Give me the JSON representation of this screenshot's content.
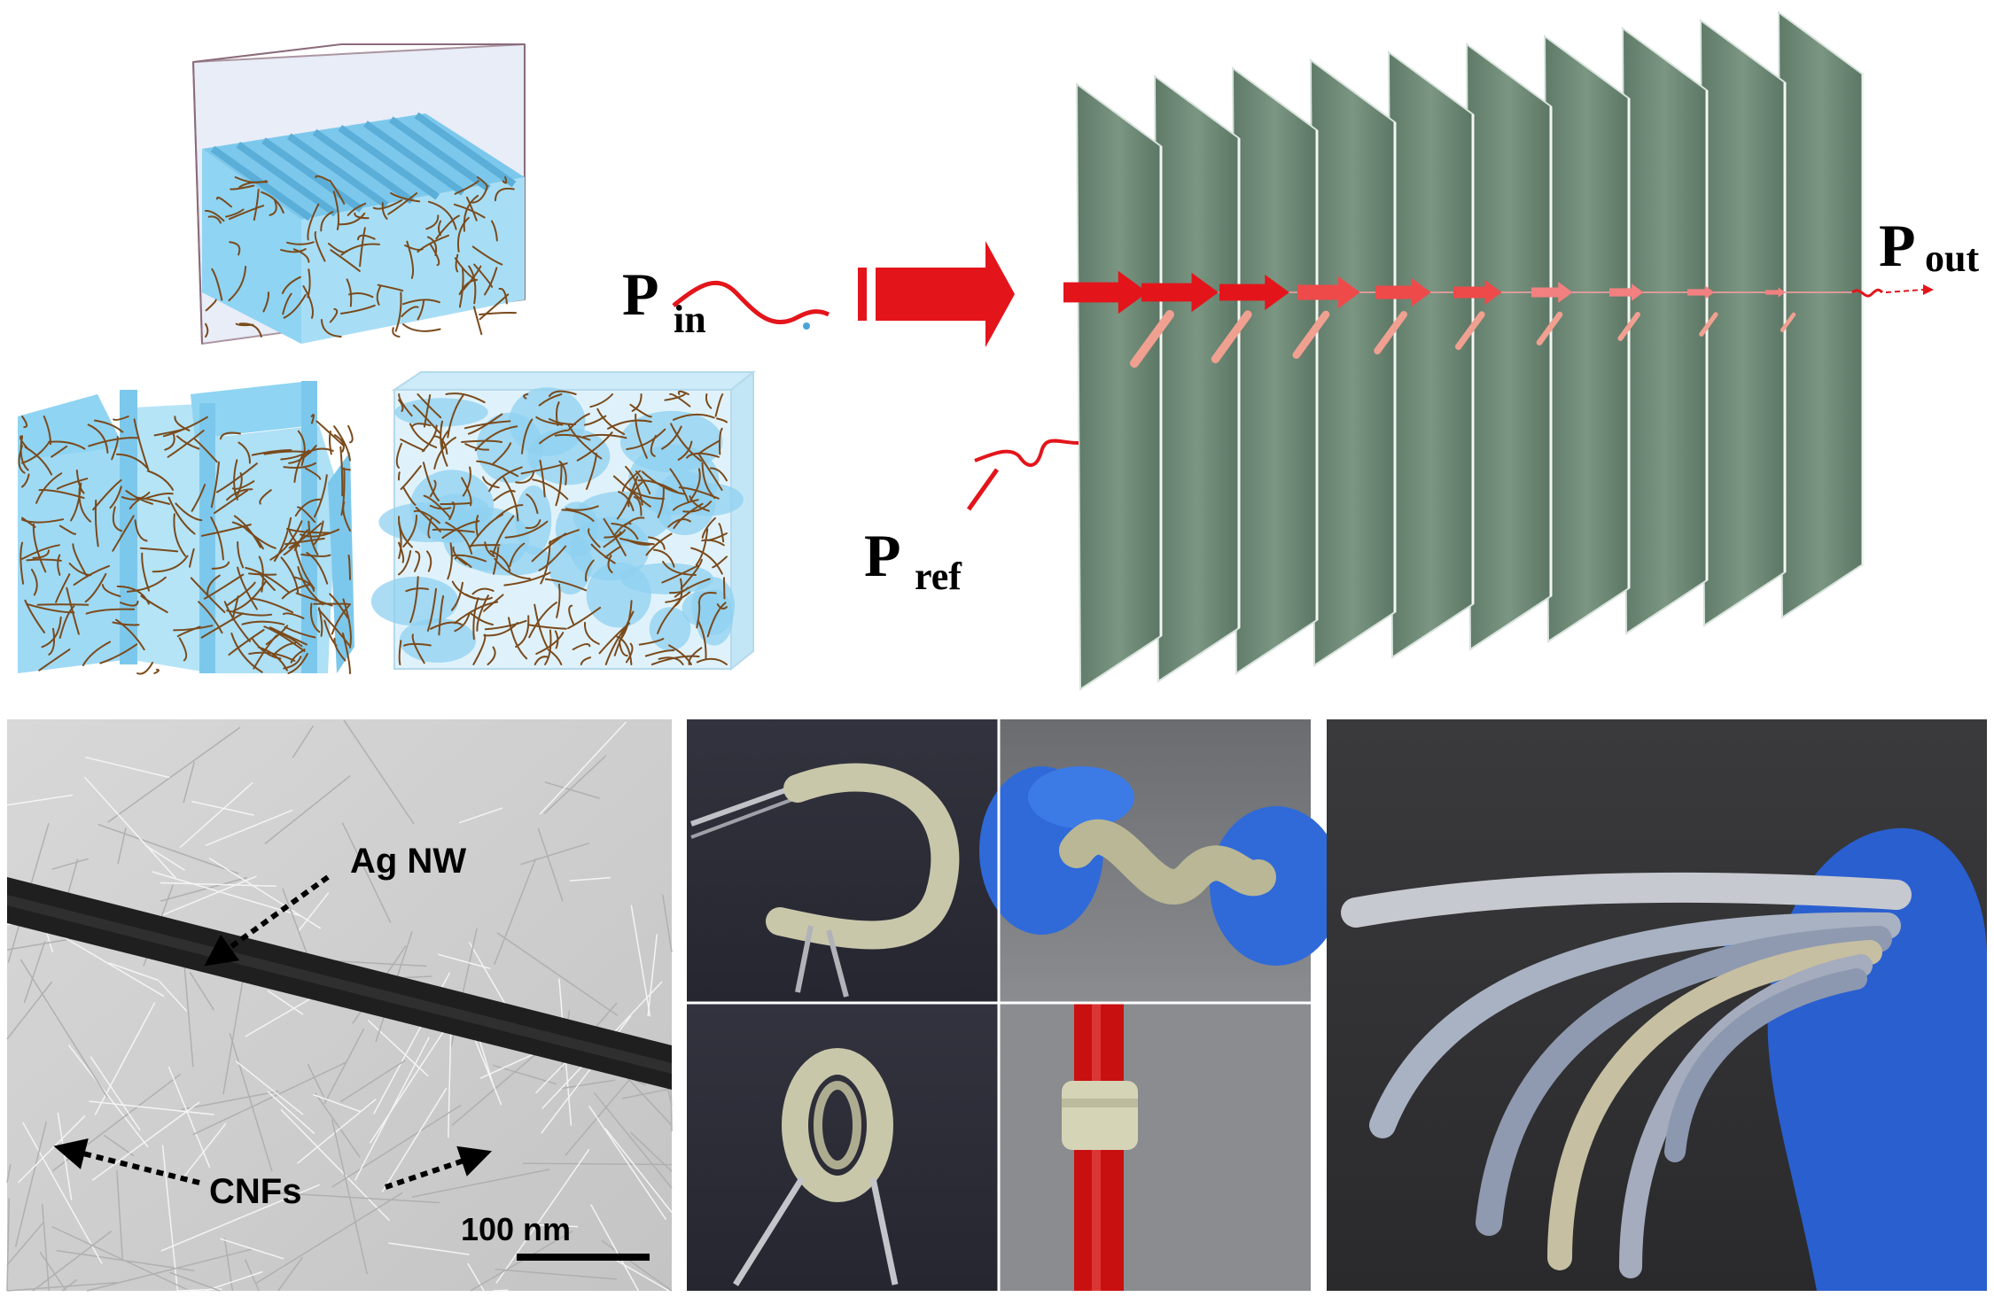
{
  "power_labels": {
    "incident": {
      "symbol": "P",
      "subscript": "in"
    },
    "reflected": {
      "symbol": "P",
      "subscript": "ref"
    },
    "transmitted": {
      "symbol": "P",
      "subscript": "out"
    }
  },
  "tem_panel": {
    "nanowire_label": "Ag NW",
    "fiber_label": "CNFs",
    "scale_bar": "100 nm"
  },
  "colors": {
    "ice_blue": "#8fd4f2",
    "fiber_brown": "#7a4a1c",
    "shield_green": "#6f8a76",
    "arrow_red": "#e3151b",
    "arrow_pink": "#f0a090",
    "photo_dark": "#2b2b35",
    "glove_blue": "#2f6ad8",
    "tube_red": "#c81010"
  }
}
